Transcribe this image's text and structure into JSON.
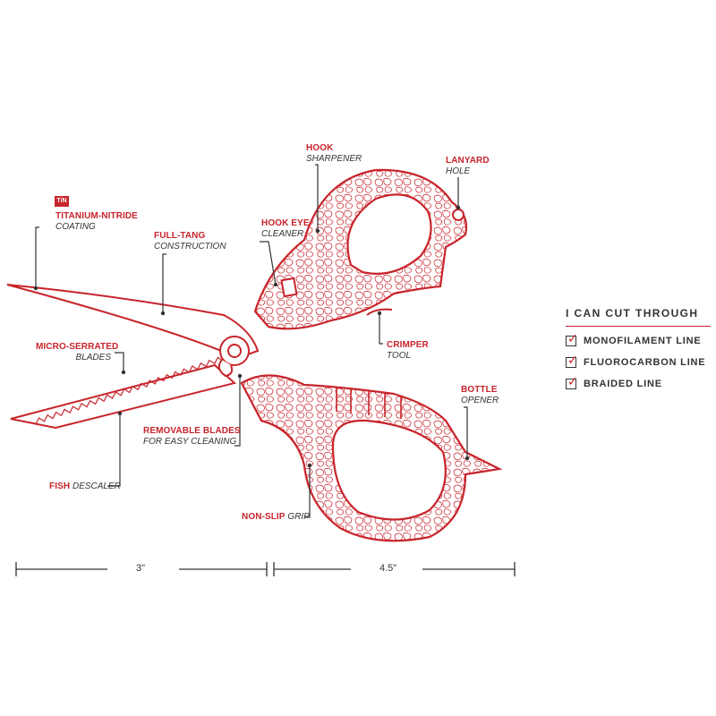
{
  "colors": {
    "accent": "#c8242b",
    "text": "#333333",
    "outline": "#c8242b"
  },
  "badge": {
    "text": "TiN"
  },
  "callouts": {
    "titanium": {
      "bold": "TITANIUM-NITRIDE",
      "italic": "COATING"
    },
    "full_tang": {
      "bold": "FULL-TANG",
      "italic": "CONSTRUCTION"
    },
    "hook_sharpener": {
      "bold": "HOOK",
      "italic": "SHARPENER"
    },
    "hook_eye": {
      "bold": "HOOK EYE",
      "italic": "CLEANER"
    },
    "lanyard": {
      "bold": "LANYARD",
      "italic": "HOLE"
    },
    "micro_serrated": {
      "bold": "MICRO-SERRATED",
      "italic": "BLADES"
    },
    "crimper": {
      "bold": "CRIMPER",
      "italic": "TOOL"
    },
    "bottle": {
      "bold": "BOTTLE",
      "italic": "OPENER"
    },
    "removable": {
      "bold": "REMOVABLE BLADES",
      "italic": "FOR EASY CLEANING"
    },
    "fish": {
      "bold": "FISH",
      "italic": "DESCALER"
    },
    "non_slip": {
      "bold": "NON-SLIP",
      "italic": "GRIP"
    }
  },
  "dimensions": {
    "blade": "3\"",
    "handle": "4.5\""
  },
  "cut_panel": {
    "title": "I CAN CUT THROUGH",
    "items": [
      {
        "label": "MONOFILAMENT LINE"
      },
      {
        "label": "FLUOROCARBON LINE"
      },
      {
        "label": "BRAIDED LINE"
      }
    ]
  }
}
